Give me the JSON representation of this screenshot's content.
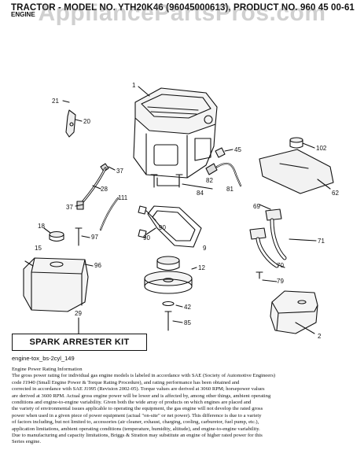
{
  "header": {
    "title": "TRACTOR - MODEL NO. YTH20K46 (96045000613), PRODUCT NO. 960 45 00-61",
    "subtitle": "ENGINE"
  },
  "watermark": "AppliancePartsPros.com",
  "callouts": {
    "c1": "1",
    "c21": "21",
    "c20": "20",
    "c45": "45",
    "c102": "102",
    "c37a": "37",
    "c28": "28",
    "c111": "111",
    "c37b": "37",
    "c84": "84",
    "c82": "82",
    "c81": "81",
    "c62": "62",
    "c18": "18",
    "c97": "97",
    "c90a": "90",
    "c90b": "90",
    "c9": "9",
    "c69": "69",
    "c15": "15",
    "c96": "96",
    "c12": "12",
    "c71": "71",
    "c70": "70",
    "c79": "79",
    "c42": "42",
    "c29": "29",
    "c85": "85",
    "c2": "2"
  },
  "kit_label": "SPARK ARRESTER KIT",
  "figure_code": "engine-tox_bs-2cyl_149",
  "rating_info": {
    "heading": "Engine Power Rating Information",
    "lines": [
      "The gross power rating for individual gas engine models is labeled in accordance with SAE (Society of Automotive Engineers)",
      "code J1940 (Small Engine Power & Torque Rating Procedure), and rating performance has been obtained and",
      "corrected in accordance with SAE J1995 (Revision 2002-05). Torque values are derived at 3060 RPM; horsepower values",
      "are derived at 3600 RPM. Actual gross engine power will be lower and is affected by, among other things, ambient operating",
      "conditions and engine-to-engine variability. Given both the wide array of products on which engines are placed and",
      "the variety of environmental issues applicable to operating the equipment, the gas engine will not develop the rated gross",
      "power when used in a given piece of power equipment (actual \"on-site\" or net power). This difference is due to a variety",
      "of factors including, but not limited to, accessories (air cleaner, exhaust, charging, cooling, carburetor, fuel pump, etc.),",
      "application limitations, ambient operating conditions (temperature, humidity, altitude), and engine-to-engine variability.",
      "Due to manufacturing and capacity limitations, Briggs & Stratton may substitute an engine of higher rated power for this",
      "Series engine."
    ]
  }
}
